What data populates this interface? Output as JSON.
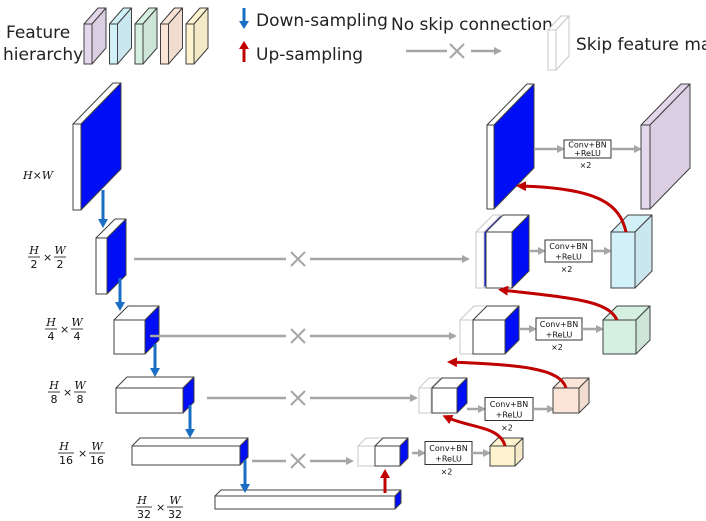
{
  "legend": {
    "feature_hierarchy": [
      "Feature",
      "hierarchy"
    ],
    "down_sampling": "Down-sampling",
    "up_sampling": "Up-sampling",
    "no_skip": "No skip connection",
    "skip_maps": "Skip feature maps"
  },
  "colors": {
    "down_arrow": "#1a6fc4",
    "up_arrow": "#c00000",
    "connector": "#a6a6a6",
    "level1": "#e3d7eb",
    "level2": "#d2f0f8",
    "level3": "#d5efe0",
    "level4": "#fbe5d9",
    "level5": "#fdf3cf"
  },
  "levels": [
    {
      "num": "H",
      "den": "",
      "num2": "W",
      "den2": "",
      "label": "H×W"
    },
    {
      "num": "H",
      "den": "2",
      "num2": "W",
      "den2": "2"
    },
    {
      "num": "H",
      "den": "4",
      "num2": "W",
      "den2": "4"
    },
    {
      "num": "H",
      "den": "8",
      "num2": "W",
      "den2": "8"
    },
    {
      "num": "H",
      "den": "16",
      "num2": "W",
      "den2": "16"
    },
    {
      "num": "H",
      "den": "32",
      "num2": "W",
      "den2": "32"
    }
  ],
  "conv_block": {
    "line1": "Conv+BN",
    "line2": "+ReLU",
    "repeat": "×2"
  },
  "times": "×"
}
